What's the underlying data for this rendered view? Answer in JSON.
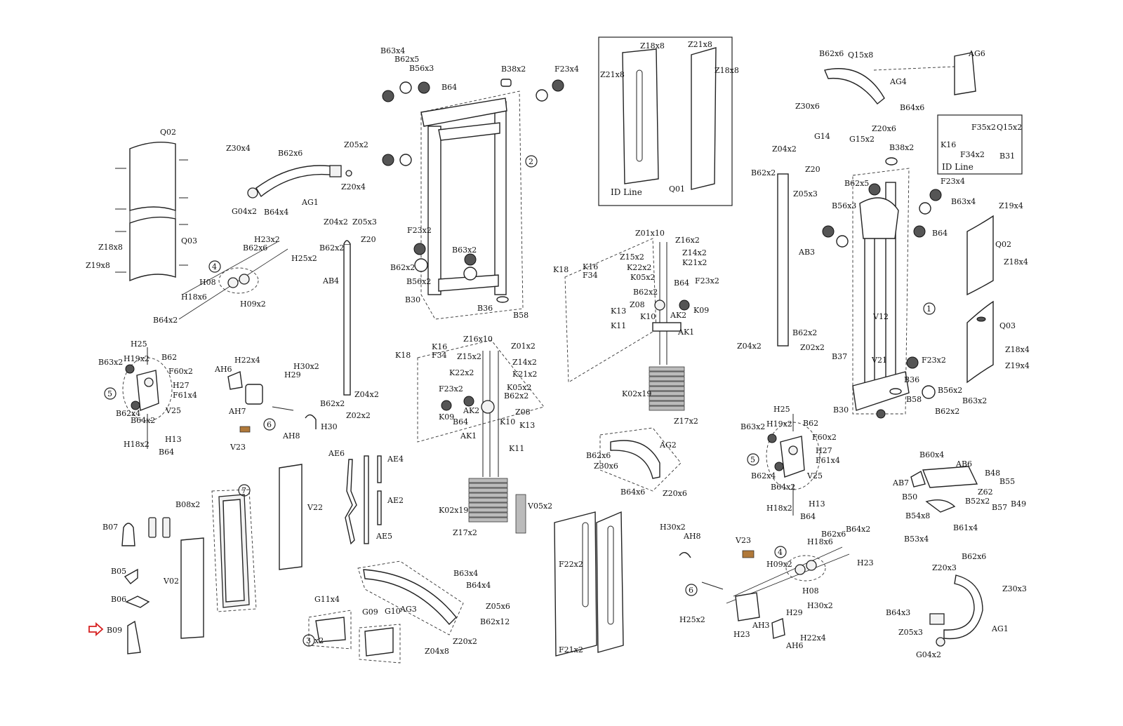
{
  "labels": {
    "q02_left": "Q02",
    "z30x4_a": "Z30x4",
    "b62x6_a": "B62x6",
    "z05x2_a": "Z05x2",
    "ag1_a": "AG1",
    "g04x2_a": "G04x2",
    "b64x4_a": "B64x4",
    "z20x4_a": "Z20x4",
    "q03_left": "Q03",
    "z18x8_left": "Z18x8",
    "z19x8_left": "Z19x8",
    "h23x2_a": "H23x2",
    "b62x6_b": "B62x6",
    "h25x2_a": "H25x2",
    "h08_a": "H08",
    "h18x6_a": "H18x6",
    "h09x2_a": "H09x2",
    "b64x2_a": "B64x2",
    "h25_a": "H25",
    "b63x2_a": "B63x2",
    "h19x2_a": "H19x2",
    "b62_a": "B62",
    "f60x2_a": "F60x2",
    "h27_a": "H27",
    "f61x4_a": "F61x4",
    "b62x4_a": "B62x4",
    "b64x2_b": "B64x2",
    "v25_a": "V25",
    "h13_a": "H13",
    "h18x2_a": "H18x2",
    "b64_a": "B64",
    "ah6_a": "AH6",
    "h22x4_a": "H22x4",
    "h30x2_a": "H30x2",
    "h29_a": "H29",
    "ah7_a": "AH7",
    "v23_a": "V23",
    "ah8_a": "AH8",
    "h30_a": "H30",
    "z04x2_a": "Z04x2",
    "z05x3_a": "Z05x3",
    "b62x2_a": "B62x2",
    "z20_a": "Z20",
    "ab4_a": "AB4",
    "b62x2_b": "B62x2",
    "z04x2_b": "Z04x2",
    "z02x2_a": "Z02x2",
    "b63x4_a": "B63x4",
    "b62x5_a": "B62x5",
    "b56x3_a": "B56x3",
    "b64_b": "B64",
    "b38x2_a": "B38x2",
    "f23x4_a": "F23x4",
    "f23x2_a": "F23x2",
    "b63x2_b": "B63x2",
    "b62x2_c": "B62x2",
    "b56x2_a": "B56x2",
    "b30_a": "B30",
    "b36_a": "B36",
    "b58_a": "B58",
    "z18x8_box": "Z18x8",
    "z21x8_box_r": "Z21x8",
    "z21x8_box_l": "Z21x8",
    "z18x8_box_r": "Z18x8",
    "id_line_box": "ID Line",
    "q01": "Q01",
    "k18_a": "K18",
    "k16_a": "K16",
    "f34_a": "F34",
    "z01x10": "Z01x10",
    "z16x2_a": "Z16x2",
    "z15x2_a": "Z15x2",
    "z14x2_a": "Z14x2",
    "k22x2_a": "K22x2",
    "k21x2_a": "K21x2",
    "k05x2_a": "K05x2",
    "b62x2_d": "B62x2",
    "b64_c": "B64",
    "f23x2_b": "F23x2",
    "z08_a": "Z08",
    "ak2_a": "AK2",
    "k09_a": "K09",
    "k13_a": "K13",
    "k10_a": "K10",
    "k11_a": "K11",
    "ak1_a": "AK1",
    "k02x19_a": "K02x19",
    "z17x2_a": "Z17x2",
    "k18_b": "K18",
    "k16_b": "K16",
    "f34_b": "F34",
    "z16x10": "Z16x10",
    "z01x2": "Z01x2",
    "z15x2_b": "Z15x2",
    "z14x2_b": "Z14x2",
    "k22x2_b": "K22x2",
    "k21x2_b": "K21x2",
    "f23x2_c": "F23x2",
    "k05x2_b": "K05x2",
    "b62x2_e": "B62x2",
    "z08_b": "Z08",
    "k09_b": "K09",
    "b64_d": "B64",
    "ak2_b": "AK2",
    "k10_b": "K10",
    "k13_b": "K13",
    "ak1_b": "AK1",
    "k11_b": "K11",
    "k02x19_b": "K02x19",
    "v05x2": "V05x2",
    "z17x2_b": "Z17x2",
    "ae6": "AE6",
    "ae4": "AE4",
    "ae2": "AE2",
    "ae5": "AE5",
    "b62x6_c": "B62x6",
    "z30x6_a": "Z30x6",
    "ag2": "AG2",
    "b64x6_a": "B64x6",
    "z20x6_a": "Z20x6",
    "b62x6_d": "B62x6",
    "q15x8": "Q15x8",
    "ag4": "AG4",
    "ag6": "AG6",
    "z30x6_b": "Z30x6",
    "b64x6_b": "B64x6",
    "z20x6_b": "Z20x6",
    "g14": "G14",
    "g15x2": "G15x2",
    "f35x2": "F35x2",
    "q15x2": "Q15x2",
    "k16_c": "K16",
    "f34x2": "F34x2",
    "b31": "B31",
    "id_line_small": "ID Line",
    "z04x2_c": "Z04x2",
    "b62x2_f": "B62x2",
    "z20_b": "Z20",
    "z05x3_b": "Z05x3",
    "ab3": "AB3",
    "b62x2_g": "B62x2",
    "z04x2_d": "Z04x2",
    "z02x2_b": "Z02x2",
    "b38x2_b": "B38x2",
    "f23x4_b": "F23x4",
    "b62x5_b": "B62x5",
    "b56x3_b": "B56x3",
    "b63x4_b": "B63x4",
    "b64_e": "B64",
    "z19x4_a": "Z19x4",
    "q02_right": "Q02",
    "z18x4_a": "Z18x4",
    "v12": "V12",
    "v21": "V21",
    "q03_right": "Q03",
    "z18x4_b": "Z18x4",
    "z19x4_b": "Z19x4",
    "b37": "B37",
    "f23x2_d": "F23x2",
    "b36_b": "B36",
    "b56x2_b": "B56x2",
    "b63x2_c": "B63x2",
    "b30_b": "B30",
    "b58_b": "B58",
    "b62x2_h": "B62x2",
    "h25_b": "H25",
    "b63x2_d": "B63x2",
    "h19x2_b": "H19x2",
    "b62_b": "B62",
    "f60x2_b": "F60x2",
    "h27_b": "H27",
    "f61x4_b": "F61x4",
    "b62x4_b": "B62x4",
    "b64x2_c": "B64x2",
    "v25_b": "V25",
    "h13_b": "H13",
    "h18x2_b": "H18x2",
    "b64_f": "B64",
    "b60x4": "B60x4",
    "ab6": "AB6",
    "b48": "B48",
    "ab7": "AB7",
    "b55": "B55",
    "z62": "Z62",
    "b50": "B50",
    "b52x2": "B52x2",
    "b49": "B49",
    "b57": "B57",
    "b54x8": "B54x8",
    "b61x4": "B61x4",
    "b53x4": "B53x4",
    "b08x2": "B08x2",
    "b07": "B07",
    "b05": "B05",
    "b06": "B06",
    "b09": "B09",
    "v02": "V02",
    "v22": "V22",
    "b63x4_c": "B63x4",
    "b64x4_b": "B64x4",
    "z05x6": "Z05x6",
    "b62x12": "B62x12",
    "g11x4": "G11x4",
    "g09": "G09",
    "g10": "G10",
    "ag3": "AG3",
    "z20x2": "Z20x2",
    "z04x8": "Z04x8",
    "f22x2": "F22x2",
    "f21x2": "F21x2",
    "h30x2_b": "H30x2",
    "ah8_b": "AH8",
    "v23_b": "V23",
    "b62x6_e": "B62x6",
    "b64x2_d": "B64x2",
    "h18x6_b": "H18x6",
    "h23_a": "H23",
    "h09x2_b": "H09x2",
    "h08_b": "H08",
    "h30x2_c": "H30x2",
    "h29_b": "H29",
    "h25x2_b": "H25x2",
    "h23_b": "H23",
    "ah3": "AH3",
    "h22x4_b": "H22x4",
    "ah6_b": "AH6",
    "z20x3": "Z20x3",
    "b62x6_f": "B62x6",
    "z30x3": "Z30x3",
    "b64x3": "B64x3",
    "z05x3_c": "Z05x3",
    "ag1_b": "AG1",
    "g04x2_b": "G04x2"
  },
  "callouts": {
    "c1": "1",
    "c2": "2",
    "c3": "3",
    "c3_qty": "x2",
    "c4_a": "4",
    "c4_b": "4",
    "c5_a": "5",
    "c5_b": "5",
    "c6_a": "6",
    "c6_b": "6",
    "c7": "7"
  },
  "highlight": {
    "arrow_color": "#d62020",
    "target": "B09"
  }
}
